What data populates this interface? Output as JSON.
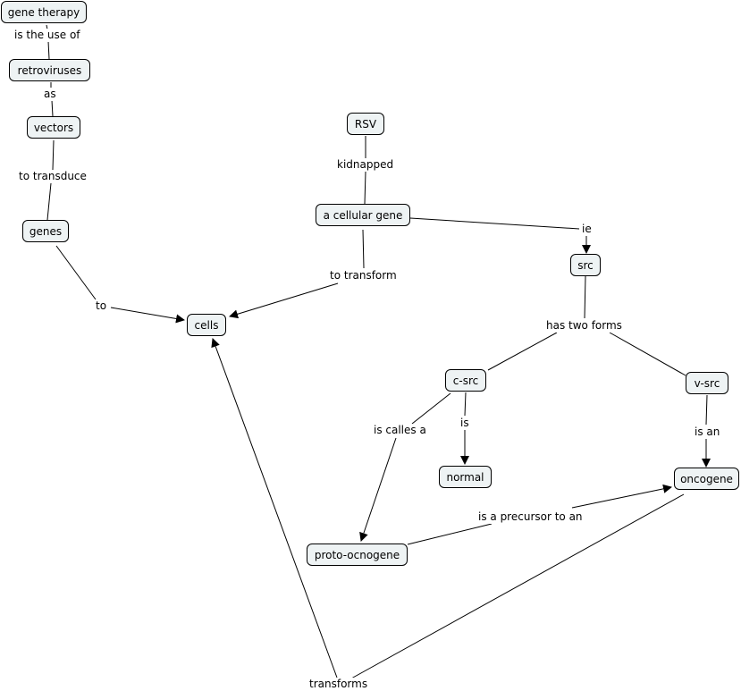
{
  "concepts": {
    "gene_therapy": "gene therapy",
    "retroviruses": "retroviruses",
    "vectors": "vectors",
    "genes": "genes",
    "cells": "cells",
    "rsv": "RSV",
    "cellular_gene": "a cellular gene",
    "src": "src",
    "c_src": "c-src",
    "v_src": "v-src",
    "normal": "normal",
    "oncogene": "oncogene",
    "proto_oncogene": "proto-ocnogene"
  },
  "linking_phrases": {
    "is_the_use_of": "is the use of",
    "as": "as",
    "to_transduce": "to transduce",
    "to": "to",
    "kidnapped": "kidnapped",
    "to_transform": "to transform",
    "ie": "ie",
    "has_two_forms": "has two forms",
    "is_calles_a": "is calles a",
    "is": "is",
    "is_an": "is an",
    "is_a_precursor_to_an": "is a precursor to an",
    "transforms": "transforms"
  },
  "colors": {
    "node_fill": "#eef3f4",
    "line": "#000000"
  }
}
